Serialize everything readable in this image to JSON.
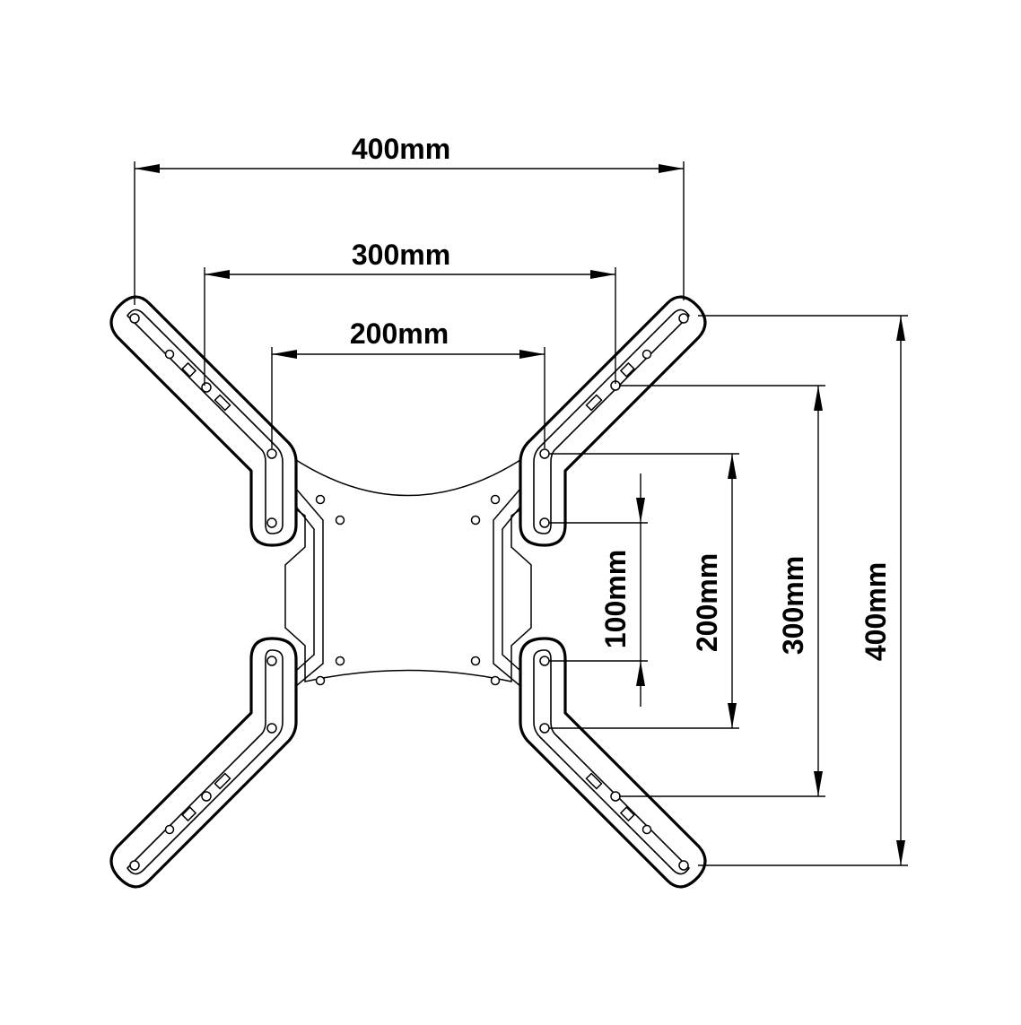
{
  "diagram": {
    "horizontal_dimensions": [
      "400mm",
      "300mm",
      "200mm"
    ],
    "vertical_dimensions": [
      "100mm",
      "200mm",
      "300mm",
      "400mm"
    ]
  }
}
